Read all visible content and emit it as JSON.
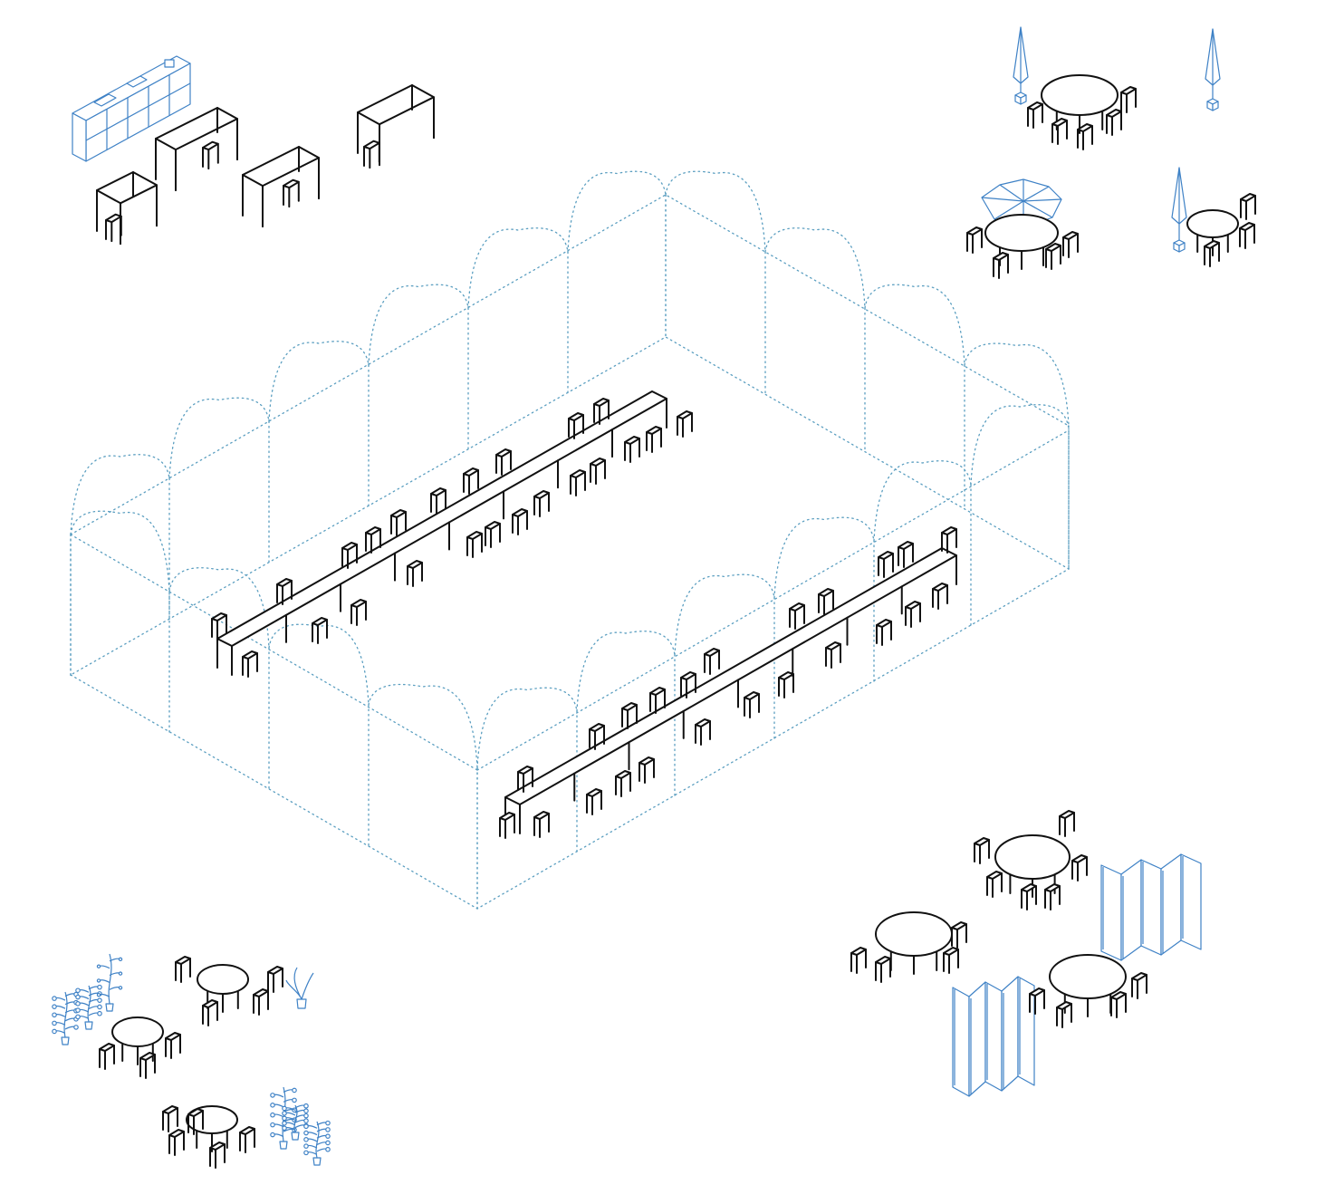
{
  "colors": {
    "line": "#111111",
    "accent": "#3f82c6",
    "dotted": "#5a9ec0",
    "background": "#ffffff"
  },
  "groups": [
    {
      "id": "desks-with-shelf",
      "icons": [
        "bookshelf-icon",
        "desk-icon",
        "stool-icon"
      ]
    },
    {
      "id": "round-tables-with-umbrellas",
      "icons": [
        "round-table-icon",
        "umbrella-icon",
        "stool-icon"
      ]
    },
    {
      "id": "arched-hall-long-tables",
      "icons": [
        "arch-icon",
        "long-table-icon",
        "stool-icon"
      ]
    },
    {
      "id": "round-tables-with-plants",
      "icons": [
        "round-table-icon",
        "potted-plant-icon",
        "stool-icon"
      ]
    },
    {
      "id": "round-tables-with-screens",
      "icons": [
        "round-table-icon",
        "folding-screen-icon",
        "stool-icon"
      ]
    }
  ]
}
